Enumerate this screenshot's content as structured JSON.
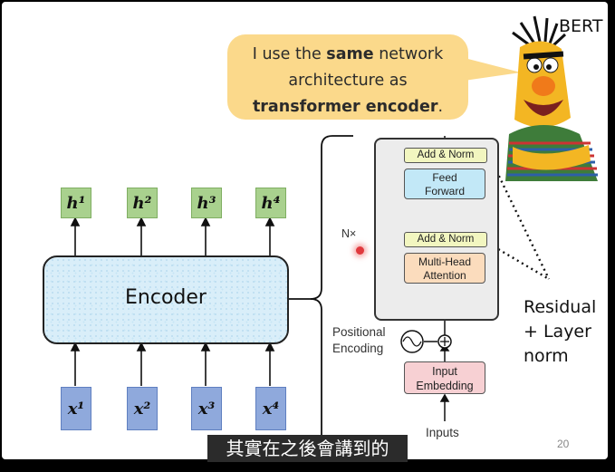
{
  "bubble": {
    "line1_pre": "I use the ",
    "line1_bold": "same",
    "line1_post": " network",
    "line2": "architecture as",
    "line3_bold": "transformer encoder",
    "line3_post": "."
  },
  "bert_label": "BERT",
  "outputs": [
    "h¹",
    "h²",
    "h³",
    "h⁴"
  ],
  "inputs_tokens": [
    "x¹",
    "x²",
    "x³",
    "x⁴"
  ],
  "encoder_label": "Encoder",
  "transformer": {
    "add_norm_top": "Add & Norm",
    "ff_line1": "Feed",
    "ff_line2": "Forward",
    "add_norm_bottom": "Add & Norm",
    "mha_line1": "Multi-Head",
    "mha_line2": "Attention",
    "nx": "N×",
    "pe_line1": "Positional",
    "pe_line2": "Encoding",
    "emb_line1": "Input",
    "emb_line2": "Embedding",
    "inputs": "Inputs"
  },
  "residual": {
    "line1": "Residual",
    "line2": "+ Layer",
    "line3": "norm"
  },
  "page_number": "20",
  "subtitle": "其實在之後會講到的",
  "colors": {
    "bubble": "#fbd98b",
    "h_box": "#a9d18e",
    "x_box": "#8fa9dc",
    "encoder": "#d9eef9",
    "add_norm": "#f2f6c0",
    "feed_forward": "#c2e8f7",
    "attention": "#fbdcbd",
    "embedding": "#f7d0d3"
  }
}
